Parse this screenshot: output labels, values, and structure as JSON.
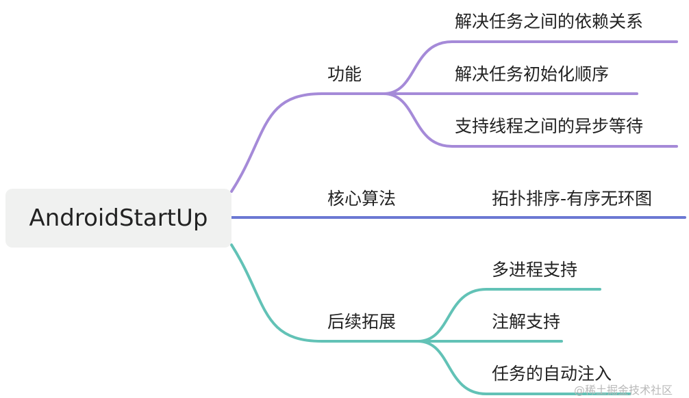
{
  "root": {
    "label": "AndroidStartUp"
  },
  "colors": {
    "branch_features": "#a58ad8",
    "branch_algorithm": "#6b78d3",
    "branch_extensions": "#62c2b6"
  },
  "branches": [
    {
      "label": "功能",
      "children": [
        {
          "label": "解决任务之间的依赖关系"
        },
        {
          "label": "解决任务初始化顺序"
        },
        {
          "label": "支持线程之间的异步等待"
        }
      ]
    },
    {
      "label": "核心算法",
      "children": [
        {
          "label": "拓扑排序-有序无环图"
        }
      ]
    },
    {
      "label": "后续拓展",
      "children": [
        {
          "label": "多进程支持"
        },
        {
          "label": "注解支持"
        },
        {
          "label": "任务的自动注入"
        }
      ]
    }
  ],
  "watermark": "@稀土掘金技术社区"
}
